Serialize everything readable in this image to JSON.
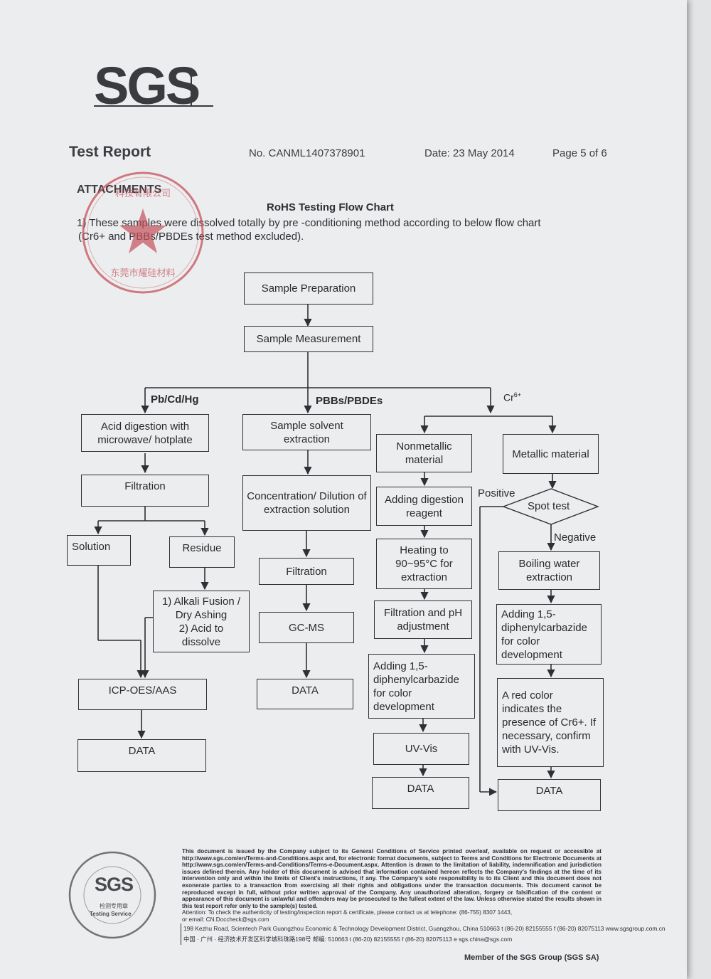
{
  "header": {
    "logo": "SGS",
    "title": "Test Report",
    "number": "No. CANML1407378901",
    "date": "Date: 23 May 2014",
    "page": "Page 5 of 6"
  },
  "attachments_label": "ATTACHMENTS",
  "chart_title": "RoHS Testing Flow Chart",
  "intro_line1": "1) These samples were dissolved totally by pre -conditioning method according to below flow chart",
  "intro_line2": "(Cr6+ and PBBs/PBDEs test method excluded).",
  "flow": {
    "sample_preparation": "Sample Preparation",
    "sample_measurement": "Sample Measurement",
    "branch_pb": "Pb/Cd/Hg",
    "branch_pbb": "PBBs/PBDEs",
    "branch_cr": "Cr6+",
    "acid_digestion": "Acid digestion with microwave/ hotplate",
    "filtration_1": "Filtration",
    "solution": "Solution",
    "residue": "Residue",
    "alkali_1": "1) Alkali Fusion /",
    "alkali_2": "Dry Ashing",
    "alkali_3": "2) Acid to",
    "alkali_4": "dissolve",
    "icp": "ICP-OES/AAS",
    "data_1": "DATA",
    "solvent_extraction": "Sample solvent extraction",
    "concentration": "Concentration/ Dilution of extraction solution",
    "filtration_2": "Filtration",
    "gcms": "GC-MS",
    "data_2": "DATA",
    "nonmetallic": "Nonmetallic material",
    "adding_digestion": "Adding digestion reagent",
    "heating": "Heating to 90~95°C for extraction",
    "filtration_ph": "Filtration and pH adjustment",
    "adding_dpc_1": "Adding 1,5-diphenylcarbazide for color development",
    "uvvis": "UV-Vis",
    "data_3": "DATA",
    "metallic": "Metallic material",
    "positive": "Positive",
    "spot_test": "Spot test",
    "negative": "Negative",
    "boiling": "Boiling water extraction",
    "adding_dpc_2": "Adding 1,5-diphenylcarbazide for color development",
    "red_color_1": "A red color",
    "red_color_2": "indicates the",
    "red_color_3": "presence of Cr6+. If",
    "red_color_4": "necessary, confirm",
    "red_color_5": "with UV-Vis.",
    "data_4": "DATA"
  },
  "seal_bottom": {
    "logo": "SGS",
    "line1": "检测专用章",
    "line2": "Testing Service"
  },
  "footer": {
    "disclaimer": "This document is issued by the Company subject to its General Conditions of Service printed overleaf, available on request or accessible at http://www.sgs.com/en/Terms-and-Conditions.aspx and, for electronic format documents, subject to Terms and Conditions for Electronic Documents at http://www.sgs.com/en/Terms-and-Conditions/Terms-e-Document.aspx. Attention is drawn to the limitation of liability, indemnification and jurisdiction issues defined therein. Any holder of this document is advised that information contained hereon reflects the Company's findings at the time of its intervention only and within the limits of Client's instructions, if any. The Company's sole responsibility is to its Client and this document does not exonerate parties to a transaction from exercising all their rights and obligations under the transaction documents. This document cannot be reproduced except in full, without prior written approval of the Company. Any unauthorized alteration, forgery or falsification of the content or appearance of this document is unlawful and offenders may be prosecuted to the fullest extent of the law. Unless otherwise stated the results shown in this test report refer only to the sample(s) tested.",
    "attention": "Attention: To check the authenticity of testing/inspection report & certificate, please contact us at telephone: (86-755) 8307 1443,",
    "email": "or email: CN.Doccheck@sgs.com",
    "addr_en": "198 Kezhu Road, Scientech Park Guangzhou Economic & Technology Development District, Guangzhou, China   510663   t (86-20) 82155555   f (86-20) 82075113   www.sgsgroup.com.cn",
    "addr_cn": "中国 · 广州 · 经济技术开发区科学城科珠路198号        邮编: 510663   t (86-20) 82155555   f (86-20) 82075113   e  sgs.china@sgs.com",
    "member": "Member of the SGS Group (SGS SA)"
  }
}
